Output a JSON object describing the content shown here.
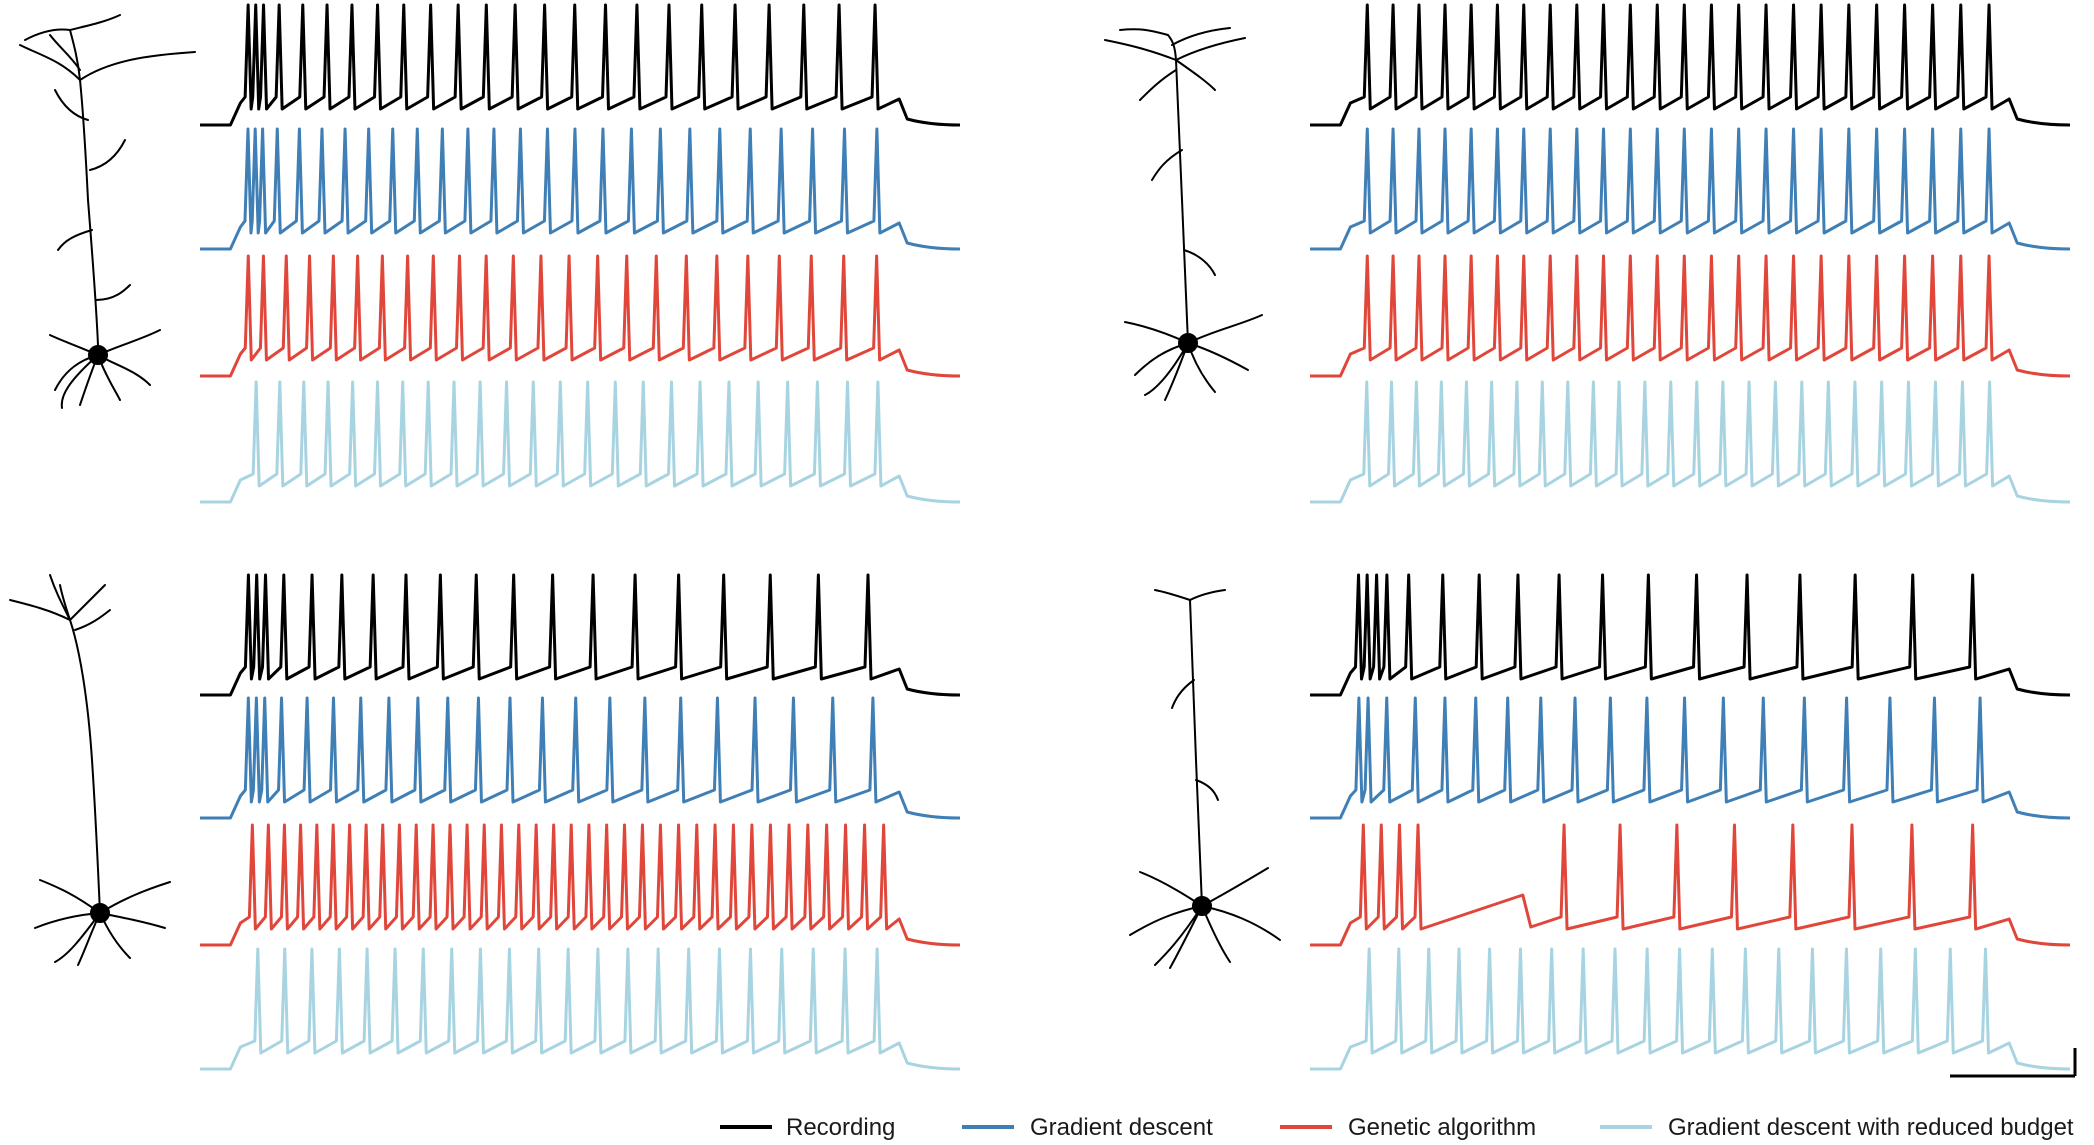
{
  "legend": {
    "items": [
      {
        "key": "recording",
        "label": "Recording",
        "color": "#000000"
      },
      {
        "key": "gd",
        "label": "Gradient descent",
        "color": "#3f7fb5"
      },
      {
        "key": "ga",
        "label": "Genetic algorithm",
        "color": "#e0473a"
      },
      {
        "key": "gdr",
        "label": "Gradient descent with reduced budget",
        "color": "#a8d4e2"
      }
    ]
  },
  "panels": [
    {
      "name": "top-left",
      "traces": {
        "recording": {
          "spikes": 24,
          "adapt": 0.35,
          "burst": 3
        },
        "gd": {
          "spikes": 26,
          "adapt": 0.3,
          "burst": 3
        },
        "ga": {
          "spikes": 24,
          "adapt": 0.25,
          "burst": 1
        },
        "gdr": {
          "spikes": 24,
          "adapt": 0.15,
          "burst": 0
        }
      }
    },
    {
      "name": "top-right",
      "traces": {
        "recording": {
          "spikes": 24,
          "adapt": 0.05,
          "burst": 0
        },
        "gd": {
          "spikes": 24,
          "adapt": 0.05,
          "burst": 0
        },
        "ga": {
          "spikes": 24,
          "adapt": 0.05,
          "burst": 0
        },
        "gdr": {
          "spikes": 25,
          "adapt": 0.05,
          "burst": 0
        }
      }
    },
    {
      "name": "bottom-left",
      "traces": {
        "recording": {
          "spikes": 19,
          "adapt": 0.6,
          "burst": 3
        },
        "gd": {
          "spikes": 22,
          "adapt": 0.4,
          "burst": 3
        },
        "ga": {
          "spikes": 37,
          "adapt": 0.1,
          "burst": 0
        },
        "gdr": {
          "spikes": 22,
          "adapt": 0.1,
          "burst": 0
        }
      }
    },
    {
      "name": "bottom-right",
      "traces": {
        "recording": {
          "spikes": 17,
          "adapt": 0.8,
          "burst": 4
        },
        "gd": {
          "spikes": 19,
          "adapt": 0.4,
          "burst": 2
        },
        "ga": {
          "spikes": 14,
          "adapt": 0.1,
          "burst": 4,
          "block": true
        },
        "gdr": {
          "spikes": 20,
          "adapt": 0.1,
          "burst": 0
        }
      }
    }
  ]
}
